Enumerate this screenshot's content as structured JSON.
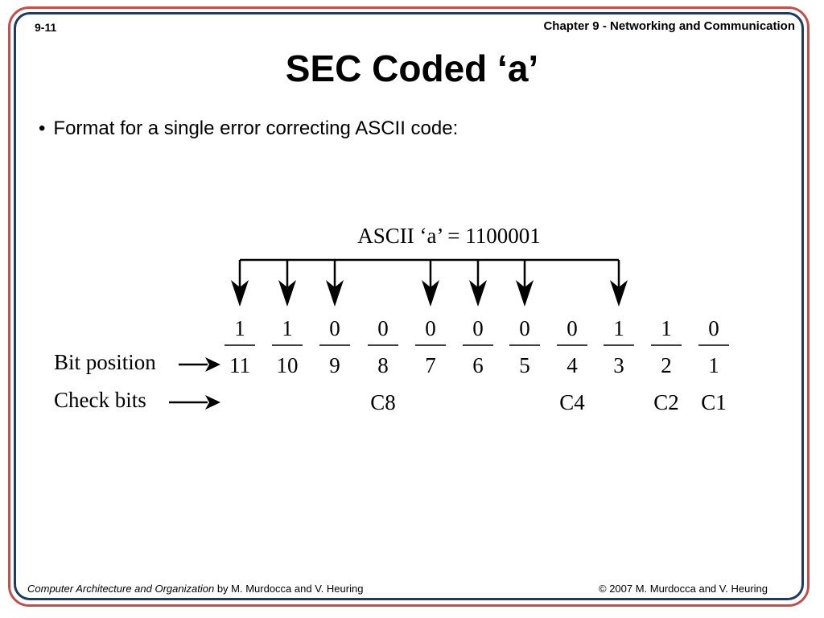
{
  "slide": {
    "number": "9-11",
    "chapter": "Chapter 9 - Networking and Communication",
    "title": "SEC Coded ‘a’",
    "bullet": "Format for a single error correcting ASCII code:"
  },
  "diagram": {
    "ascii_label": "ASCII ‘a’ = 1100001",
    "bit_position_label": "Bit position",
    "check_bits_label": "Check bits",
    "bits": [
      {
        "value": "1",
        "position": "11",
        "check": "",
        "arrow": true
      },
      {
        "value": "1",
        "position": "10",
        "check": "",
        "arrow": true
      },
      {
        "value": "0",
        "position": "9",
        "check": "",
        "arrow": true
      },
      {
        "value": "0",
        "position": "8",
        "check": "C8",
        "arrow": false
      },
      {
        "value": "0",
        "position": "7",
        "check": "",
        "arrow": true
      },
      {
        "value": "0",
        "position": "6",
        "check": "",
        "arrow": true
      },
      {
        "value": "0",
        "position": "5",
        "check": "",
        "arrow": true
      },
      {
        "value": "0",
        "position": "4",
        "check": "C4",
        "arrow": false
      },
      {
        "value": "1",
        "position": "3",
        "check": "",
        "arrow": true
      },
      {
        "value": "1",
        "position": "2",
        "check": "C2",
        "arrow": false
      },
      {
        "value": "0",
        "position": "1",
        "check": "C1",
        "arrow": false
      }
    ]
  },
  "footer": {
    "book_title": "Computer Architecture and Organization",
    "authors": " by M. Murdocca and V. Heuring",
    "copyright": "© 2007 M. Murdocca and V. Heuring"
  },
  "colors": {
    "outer_border": "#c0504d",
    "inner_border": "#1f3a5f"
  }
}
